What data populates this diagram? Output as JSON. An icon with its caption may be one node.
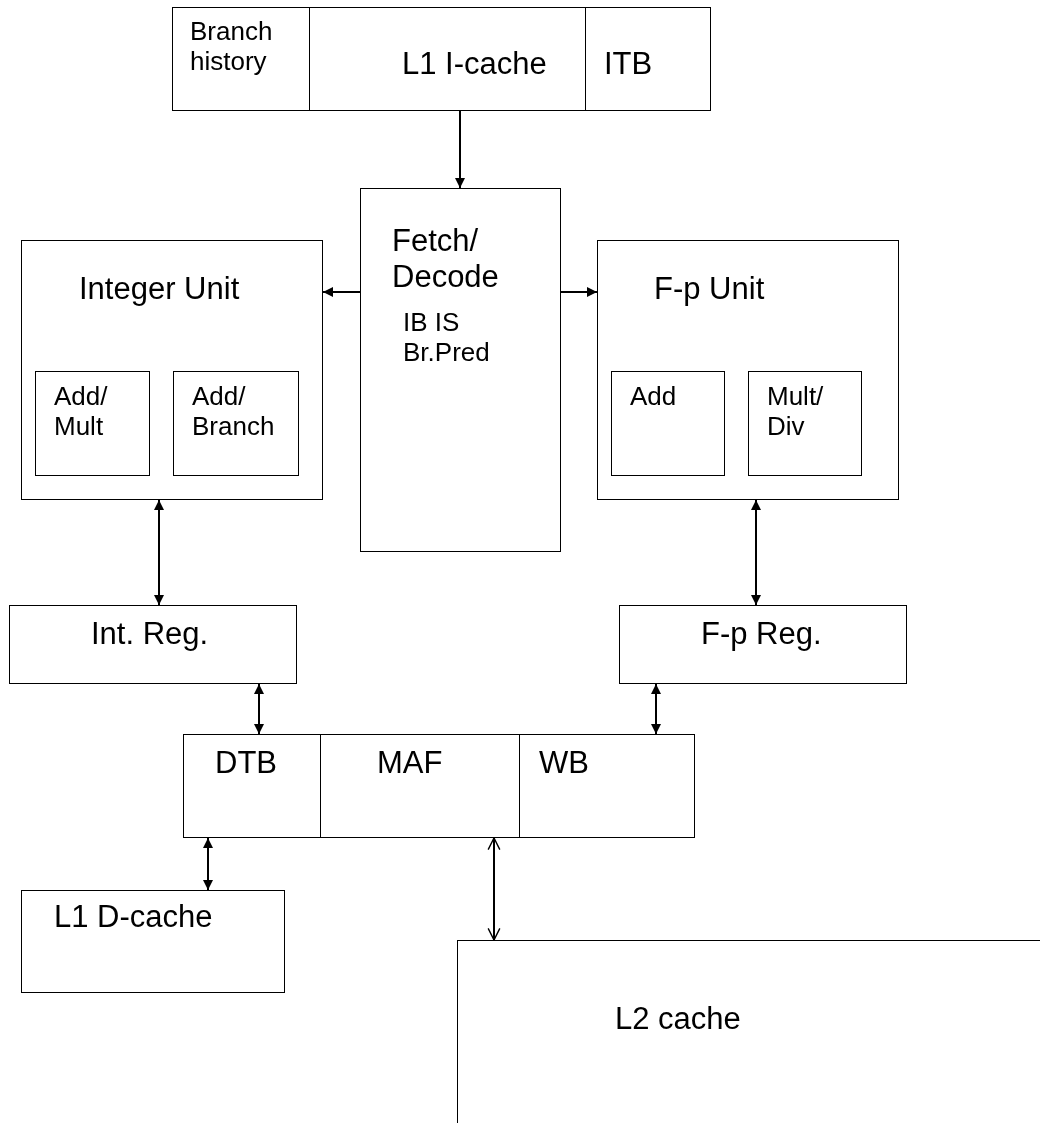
{
  "diagram": {
    "nodes": [
      {
        "text": [
          "Branch history"
        ]
      },
      {
        "text": [
          "L1 I-cache"
        ]
      },
      {
        "text": [
          "ITB"
        ]
      },
      {
        "text": [
          "Fetch/ Decode",
          "IB IS Br.Pred"
        ]
      },
      {
        "text": [
          "Integer Unit"
        ]
      },
      {
        "text": [
          "Add/ Mult"
        ],
        "in": 4
      },
      {
        "text": [
          "Add/ Branch"
        ],
        "in": 4
      },
      {
        "text": [
          "F-p Unit"
        ]
      },
      {
        "text": [
          "Add"
        ],
        "in": 7
      },
      {
        "text": [
          "Mult/ Div"
        ],
        "in": 7
      },
      {
        "text": [
          "Int. Reg."
        ]
      },
      {
        "text": [
          "F-p Reg."
        ]
      },
      {
        "text": [
          "DTB"
        ]
      },
      {
        "text": [
          "MAF"
        ]
      },
      {
        "text": [
          "WB"
        ]
      },
      {
        "text": [
          "L1 D-cache"
        ]
      },
      {
        "text": [
          "L2 cache"
        ]
      }
    ],
    "edges": [
      {
        "from": 1,
        "to": 3,
        "arrow": "to"
      },
      {
        "from": 3,
        "to": 4,
        "arrow": "to"
      },
      {
        "from": 3,
        "to": 7,
        "arrow": "to"
      },
      {
        "from": 4,
        "to": 10,
        "arrow": "both"
      },
      {
        "from": 7,
        "to": 11,
        "arrow": "both"
      },
      {
        "from": 10,
        "to": 12,
        "arrow": "both"
      },
      {
        "from": 11,
        "to": 14,
        "arrow": "both"
      },
      {
        "from": 12,
        "to": 15,
        "arrow": "both"
      },
      {
        "from": 13,
        "to": 16,
        "arrow": "both"
      }
    ]
  }
}
